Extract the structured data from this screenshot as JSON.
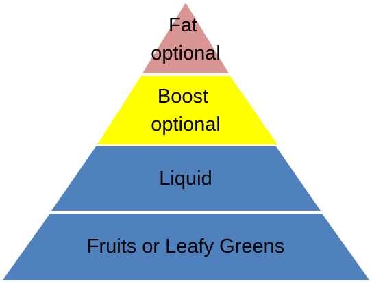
{
  "pyramid": {
    "tiers": [
      {
        "lines": [
          "Fat",
          "optional"
        ],
        "color": "#d99594"
      },
      {
        "lines": [
          "Boost",
          "optional"
        ],
        "color": "#ffff00"
      },
      {
        "lines": [
          "Liquid"
        ],
        "color": "#4f81bd"
      },
      {
        "lines": [
          "Fruits or Leafy Greens"
        ],
        "color": "#4f81bd"
      }
    ]
  }
}
